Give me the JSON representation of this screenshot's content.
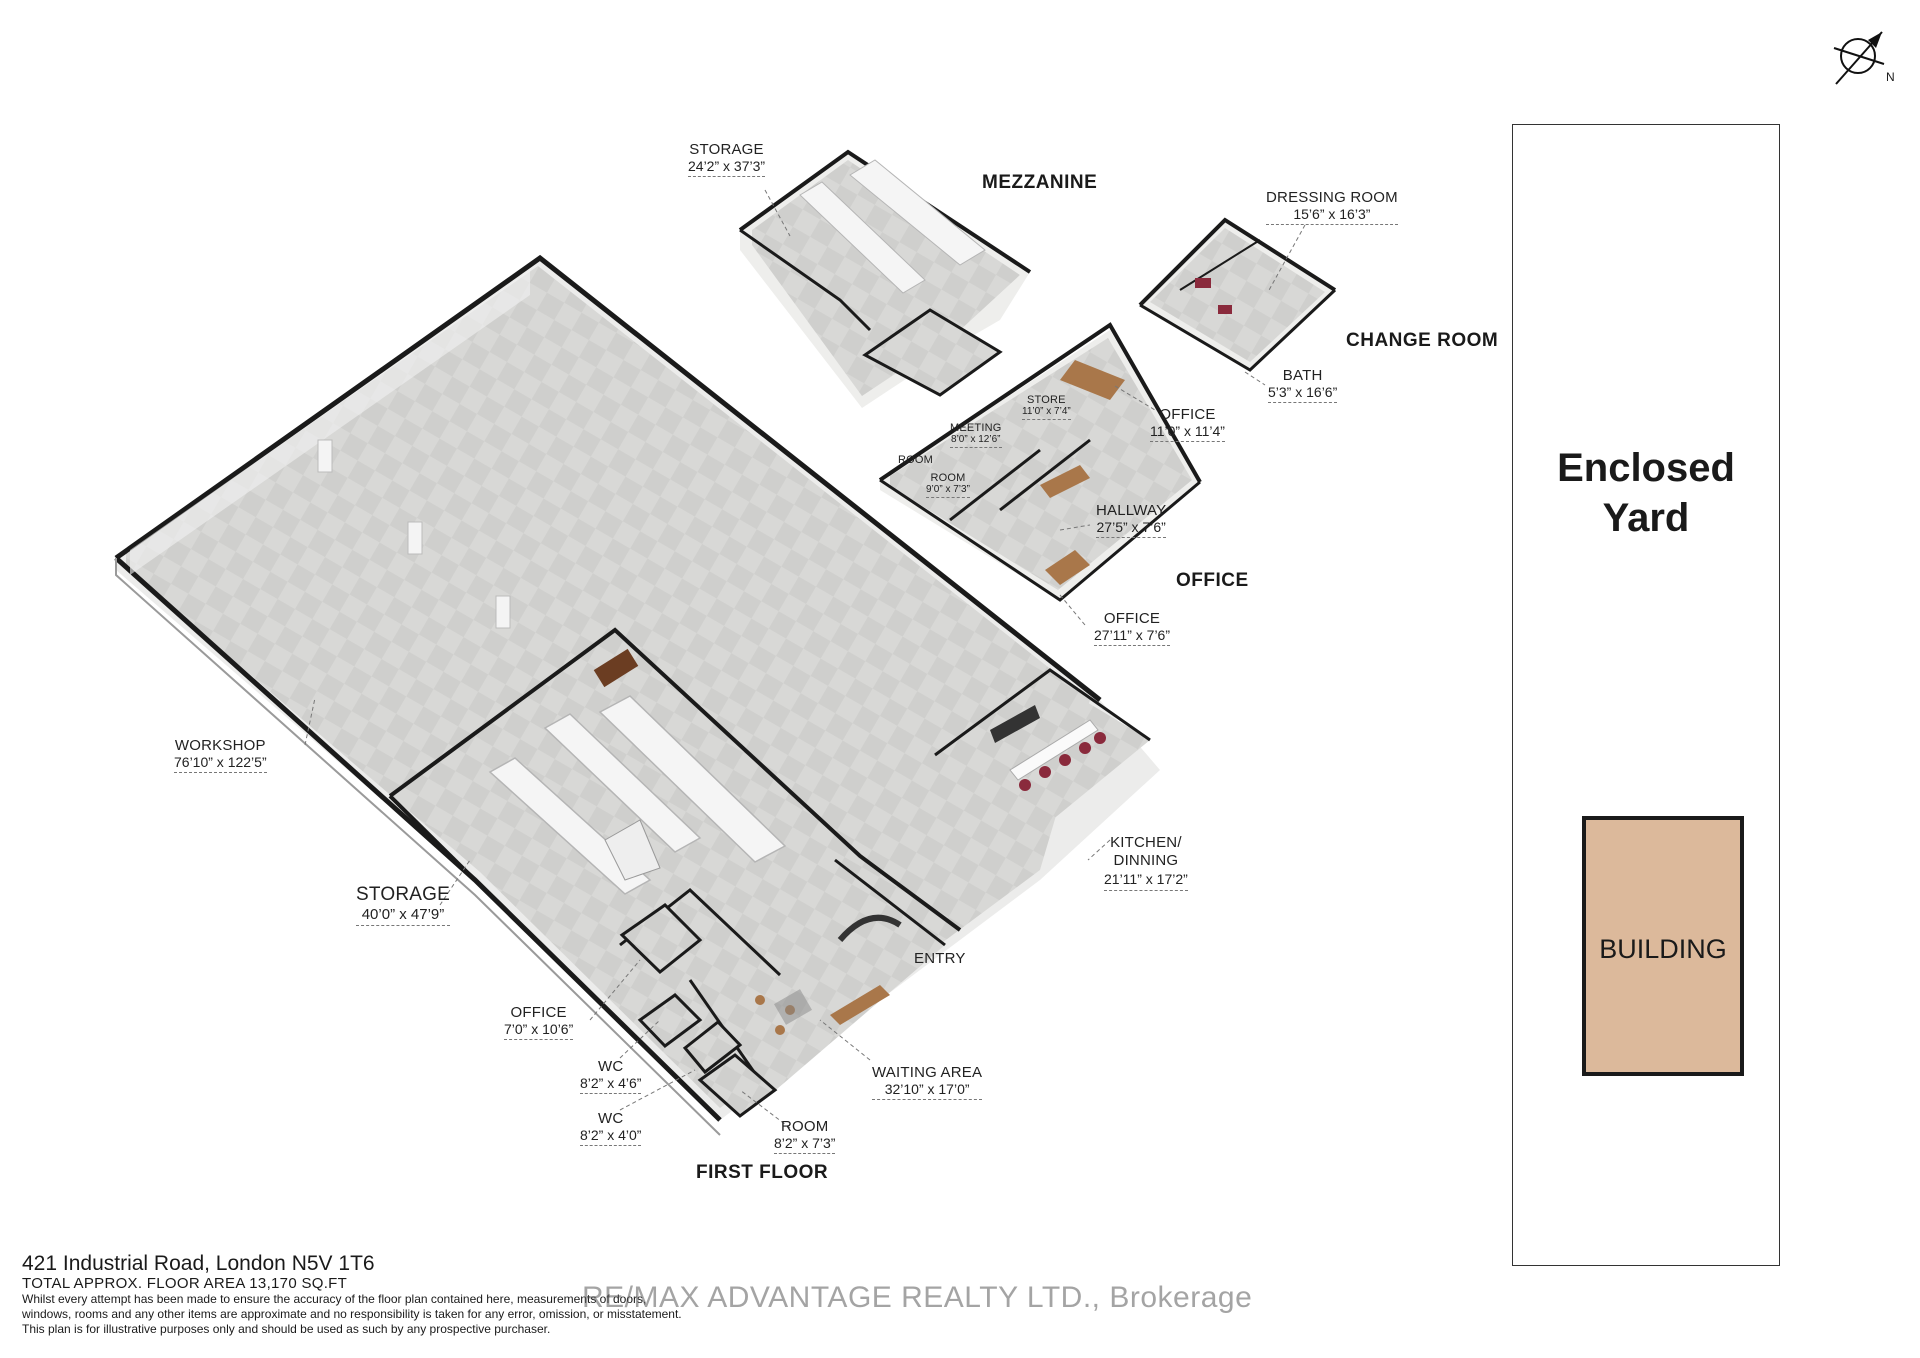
{
  "compass": {
    "label": "N",
    "icon": "compass-rose-icon"
  },
  "sections": {
    "mezzanine": "MEZZANINE",
    "change_room": "CHANGE ROOM",
    "office": "OFFICE",
    "first_floor": "FIRST FLOOR"
  },
  "yard": {
    "title": "Enclosed\nYard",
    "building_label": "BUILDING"
  },
  "rooms": [
    {
      "id": "storage-mezz",
      "name": "STORAGE",
      "dims": "24’2” x 37’3”"
    },
    {
      "id": "dressing",
      "name": "DRESSING ROOM",
      "dims": "15’6” x 16’3”"
    },
    {
      "id": "bath",
      "name": "BATH",
      "dims": "5’3” x 16’6”"
    },
    {
      "id": "office-top",
      "name": "OFFICE",
      "dims": "11’0” x 11’4”"
    },
    {
      "id": "store",
      "name": "STORE",
      "dims": "11’0” x 7’4”"
    },
    {
      "id": "meeting",
      "name": "MEETING",
      "dims": "8’0” x 12’6”"
    },
    {
      "id": "room-a",
      "name": "ROOM",
      "dims": ""
    },
    {
      "id": "room-b",
      "name": "ROOM",
      "dims": "9’0” x 7’3”"
    },
    {
      "id": "hallway",
      "name": "HALLWAY",
      "dims": "27’5” x 7’6”"
    },
    {
      "id": "office-mid",
      "name": "OFFICE",
      "dims": "27’11” x 7’6”"
    },
    {
      "id": "workshop",
      "name": "WORKSHOP",
      "dims": "76’10” x 122’5”"
    },
    {
      "id": "storage-main",
      "name": "STORAGE",
      "dims": "40’0” x 47’9”"
    },
    {
      "id": "kitchen",
      "name": "KITCHEN/\nDINNING",
      "dims": "21’11” x 17’2”"
    },
    {
      "id": "entry",
      "name": "ENTRY",
      "dims": ""
    },
    {
      "id": "office-small",
      "name": "OFFICE",
      "dims": "7’0” x 10’6”"
    },
    {
      "id": "wc1",
      "name": "WC",
      "dims": "8’2” x 4’6”"
    },
    {
      "id": "wc2",
      "name": "WC",
      "dims": "8’2” x 4’0”"
    },
    {
      "id": "room-c",
      "name": "ROOM",
      "dims": "8’2” x 7’3”"
    },
    {
      "id": "waiting",
      "name": "WAITING AREA",
      "dims": "32’10” x 17’0”"
    }
  ],
  "footer": {
    "address": "421 Industrial Road, London N5V 1T6",
    "total_area": "TOTAL APPROX. FLOOR AREA 13,170 SQ.FT",
    "disclaimer_1": "Whilst every attempt has been made to ensure the accuracy of the floor plan contained here, measurements of doors,",
    "disclaimer_2": "windows, rooms and any other items are approximate and no responsibility is taken for any error, omission, or misstatement.",
    "disclaimer_3": "This plan is for illustrative purposes only and should be used as such by any prospective purchaser."
  },
  "watermark": "RE/MAX ADVANTAGE REALTY LTD., Brokerage",
  "colors": {
    "floor": "#d6d6d4",
    "wall": "#1a1a1a",
    "building": "#dcb99b",
    "furniture_wood": "#a9774a",
    "chairs": "#8a2a3c"
  }
}
